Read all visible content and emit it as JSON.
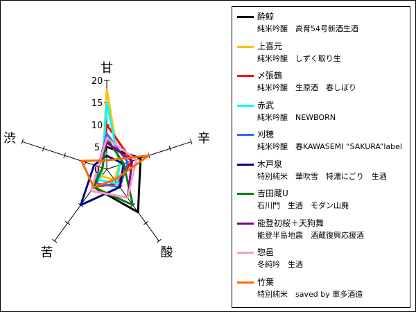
{
  "chart_data": {
    "type": "radar",
    "axes": [
      "甘",
      "辛",
      "酸",
      "苦",
      "渋"
    ],
    "scale": {
      "min": 0,
      "max": 20,
      "ticks": [
        0,
        5,
        10,
        15,
        20
      ]
    },
    "series": [
      {
        "name": "酔鯨",
        "subtitle": "純米吟醸　高育54号新酒生酒",
        "color": "#000000",
        "values": [
          5,
          8,
          12,
          5,
          2
        ]
      },
      {
        "name": "上喜元",
        "subtitle": "純米吟醸　しずく取り生",
        "color": "#ffc000",
        "values": [
          18,
          3,
          3,
          2,
          1
        ]
      },
      {
        "name": "〆張鶴",
        "subtitle": "純米吟醸　生原酒　春しぼり",
        "color": "#ff0000",
        "values": [
          10,
          6,
          4,
          5,
          1
        ]
      },
      {
        "name": "赤武",
        "subtitle": "純米吟醸　NEWBORN",
        "color": "#00ffff",
        "values": [
          15,
          3,
          4,
          3,
          1
        ]
      },
      {
        "name": "刈穂",
        "subtitle": "純米吟醸　春KAWASEMI “SAKURA”label",
        "color": "#3366ff",
        "values": [
          8,
          5,
          5,
          4,
          2
        ]
      },
      {
        "name": "木戸泉",
        "subtitle": "特別純米　華吹雪　特濃にごり　生酒",
        "color": "#000080",
        "values": [
          3,
          4,
          5,
          10,
          3
        ]
      },
      {
        "name": "吉田蔵U",
        "subtitle": "石川門　生酒　モダン山廃",
        "color": "#008000",
        "values": [
          7,
          4,
          10,
          5,
          1
        ]
      },
      {
        "name": "能登初桜＋天狗舞",
        "subtitle": "能登半島地震　酒蔵復興応援酒",
        "color": "#800080",
        "values": [
          6,
          6,
          8,
          6,
          2
        ]
      },
      {
        "name": "惣邑",
        "subtitle": "冬純吟　生酒",
        "color": "#ff99cc",
        "values": [
          7,
          7,
          8,
          6,
          2
        ]
      },
      {
        "name": "竹葉",
        "subtitle": "特別純米　saved by 車多酒造",
        "color": "#ff6600",
        "values": [
          2,
          10,
          3,
          5,
          6
        ]
      }
    ]
  }
}
